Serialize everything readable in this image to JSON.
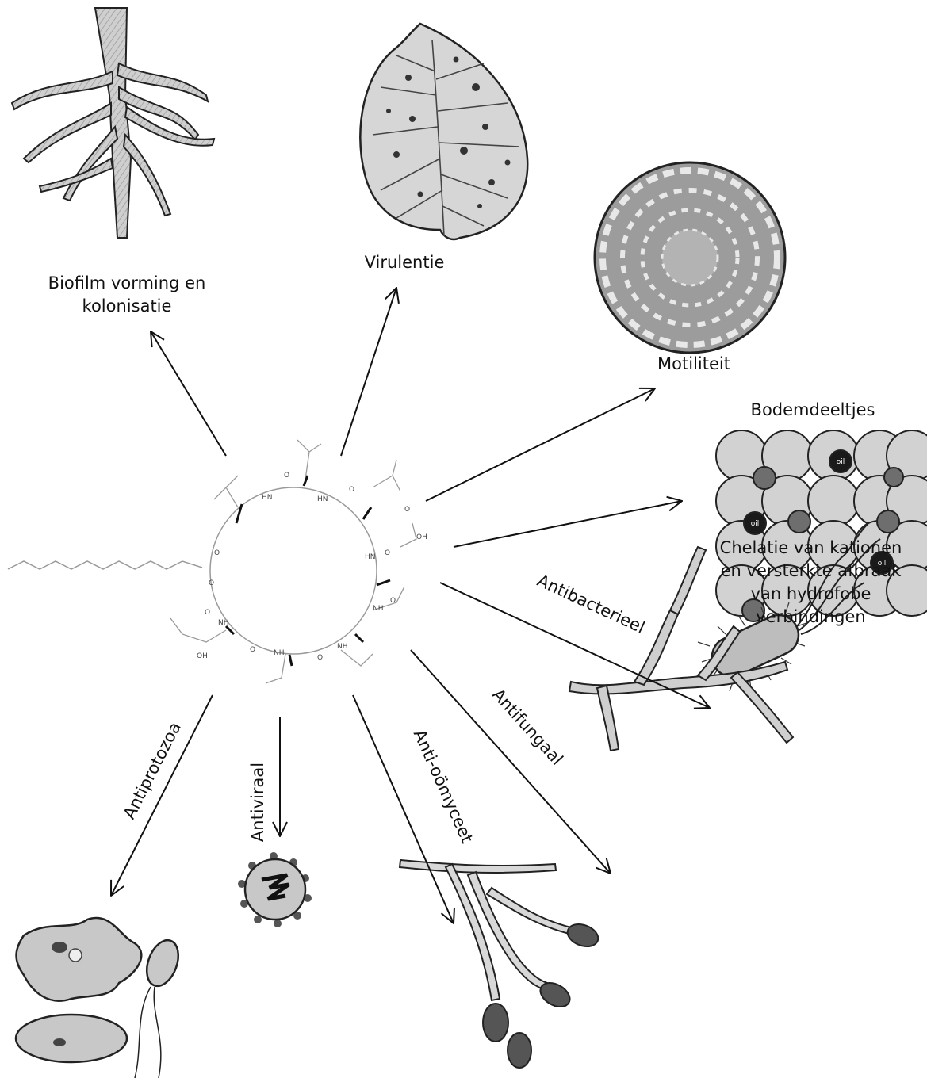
{
  "labels": {
    "biofilm_line1": "Biofilm vorming en",
    "biofilm_line2": "kolonisatie",
    "virulence": "Virulentie",
    "motility": "Motiliteit",
    "soil_particles": "Bodemdeeltjes",
    "chelation_line1": "Chelatie van kationen",
    "chelation_line2": "en versterkte afbraak",
    "chelation_line3": "van hydrofobe",
    "chelation_line4": "verbindingen",
    "antibacterial": "Antibacterieel",
    "antifungal": "Antifungaal",
    "anti_oomycete": "Anti-oömyceet",
    "antiviral": "Antiviraal",
    "antiprotozoal": "Antiprotozoa"
  },
  "molecule": {
    "atoms": [
      "O",
      "HN",
      "HN",
      "O",
      "OH",
      "O",
      "O",
      "HN",
      "O",
      "NH",
      "O",
      "NH",
      "NH",
      "O",
      "NH",
      "O",
      "O",
      "OH",
      "O"
    ]
  },
  "soil": {
    "oil_label": "oil"
  },
  "colors": {
    "line": "#111111",
    "soil_particle": "#d2d2d2",
    "cation": "#6e6e6e",
    "oil": "#1a1a1a",
    "illustration_fill": "#c9c9c9"
  }
}
